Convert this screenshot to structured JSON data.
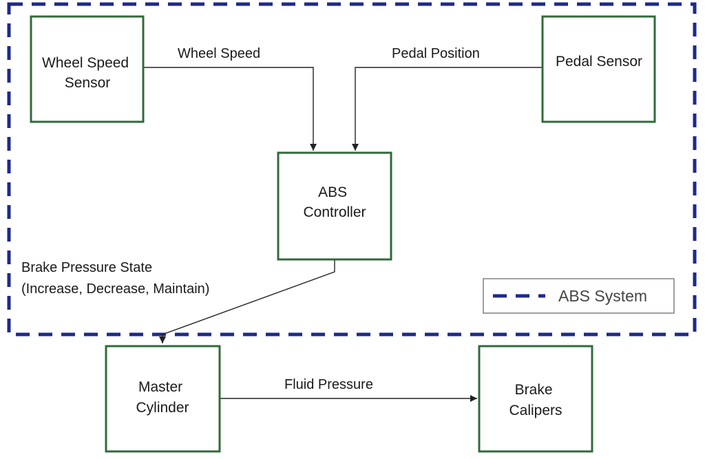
{
  "boundary": {
    "label": "ABS System",
    "color": "#1d2a8c"
  },
  "colors": {
    "box_border": "#2f6b38",
    "arrow": "#222222"
  },
  "nodes": {
    "wheel_speed_sensor": {
      "line1": "Wheel Speed",
      "line2": "Sensor"
    },
    "pedal_sensor": {
      "line1": "Pedal Sensor"
    },
    "abs_controller": {
      "line1": "ABS",
      "line2": "Controller"
    },
    "master_cylinder": {
      "line1": "Master",
      "line2": "Cylinder"
    },
    "brake_calipers": {
      "line1": "Brake",
      "line2": "Calipers"
    }
  },
  "edges": {
    "wheel_speed": {
      "label": "Wheel Speed"
    },
    "pedal_position": {
      "label": "Pedal Position"
    },
    "brake_pressure": {
      "line1": "Brake Pressure State",
      "line2": "(Increase, Decrease, Maintain)"
    },
    "fluid_pressure": {
      "label": "Fluid Pressure"
    }
  }
}
